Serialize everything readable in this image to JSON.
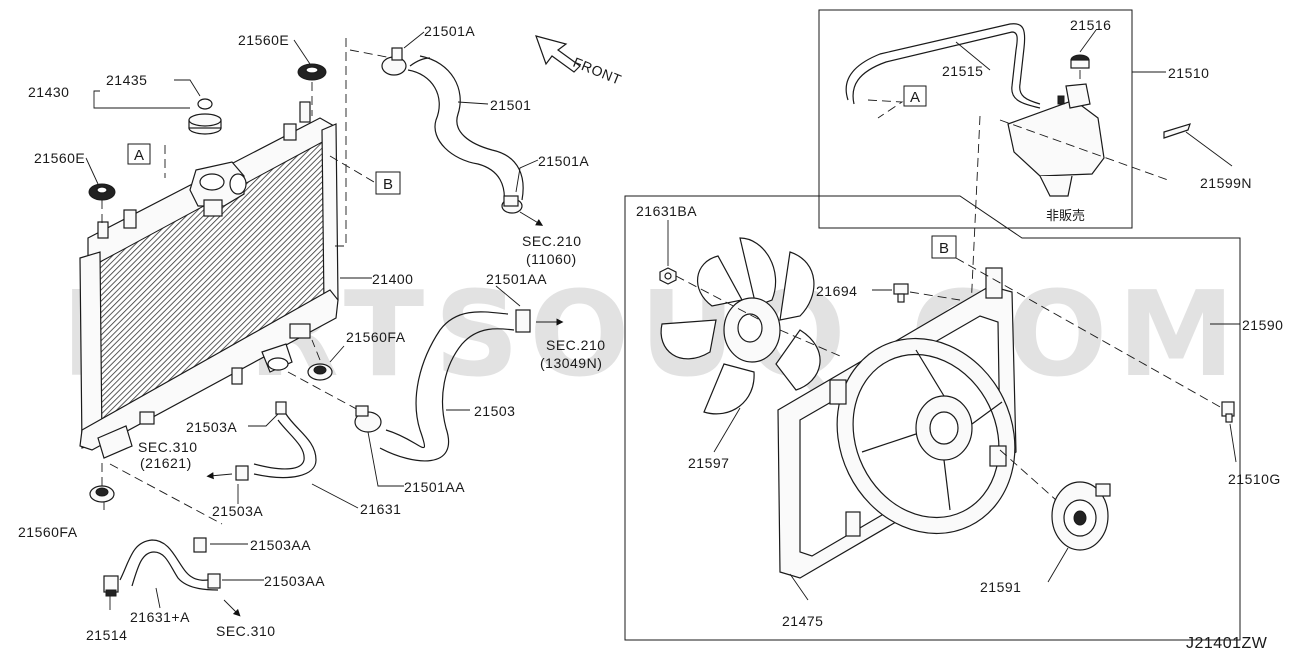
{
  "watermark": "PARTSOUQ.COM",
  "diagram_code": "J21401ZW",
  "front_label": "FRONT",
  "not_for_sale_note": "非販売",
  "reference_boxes": {
    "a": "A",
    "b": "B"
  },
  "sec_refs": {
    "sec210_top": {
      "line1": "SEC.210",
      "line2": "(11060)"
    },
    "sec210_mid": {
      "line1": "SEC.210",
      "line2": "(13049N)"
    },
    "sec310_left": {
      "line1": "SEC.310",
      "line2": "(21621)"
    },
    "sec310_bottom": {
      "line1": "SEC.310"
    }
  },
  "parts": {
    "p21430": "21430",
    "p21435": "21435",
    "p21560E_top": "21560E",
    "p21560E_left": "21560E",
    "p21501A_top": "21501A",
    "p21501": "21501",
    "p21501A_mid": "21501A",
    "p21400": "21400",
    "p21501AA_top": "21501AA",
    "p21560FA_mid": "21560FA",
    "p21503A_mid": "21503A",
    "p21503": "21503",
    "p21501AA_bot": "21501AA",
    "p21631": "21631",
    "p21503A_bot": "21503A",
    "p21560FA_bot": "21560FA",
    "p21503AA_1": "21503AA",
    "p21503AA_2": "21503AA",
    "p21514": "21514",
    "p21631A": "21631+A",
    "p21516": "21516",
    "p21515": "21515",
    "p21510": "21510",
    "p21599N": "21599N",
    "p21631BA": "21631BA",
    "p21694": "21694",
    "p21590": "21590",
    "p21597": "21597",
    "p21510G": "21510G",
    "p21591": "21591",
    "p21475": "21475"
  }
}
